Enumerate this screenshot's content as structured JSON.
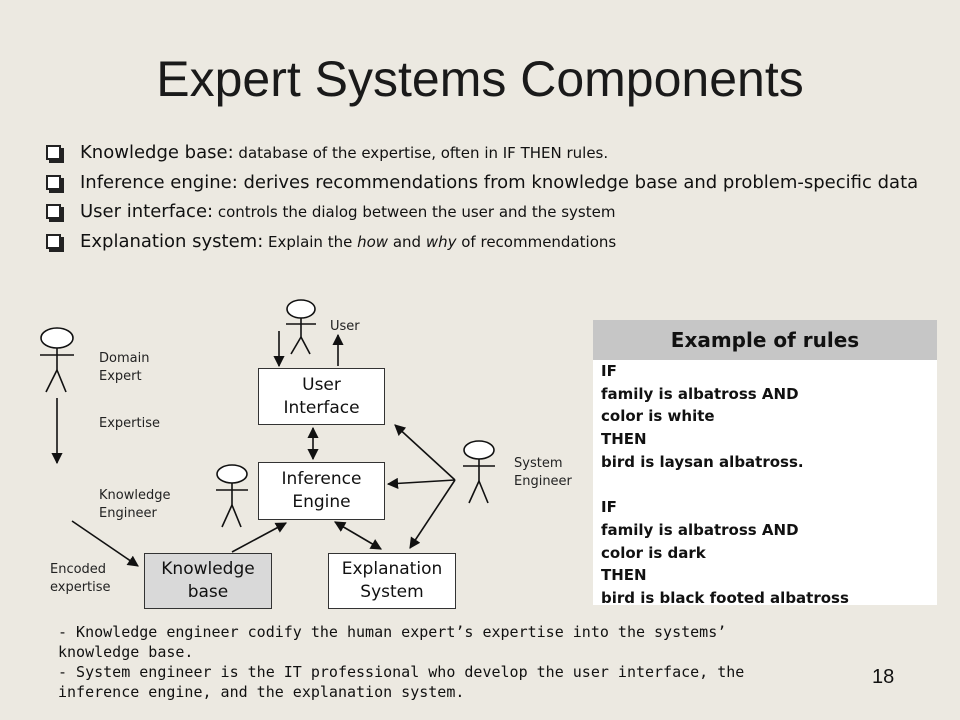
{
  "title": "Expert Systems Components",
  "bullets": [
    {
      "term": "Knowledge base:",
      "detail": " database of the expertise, often in IF THEN rules."
    },
    {
      "term": "Inference engine: derives recommendations from knowledge base and problem-specific data",
      "detail": ""
    },
    {
      "term": "User interface:",
      "detail": " controls the dialog between the user and the system"
    },
    {
      "term": "Explanation system:",
      "detail": " Explain the ",
      "em1": "how",
      "mid": " and ",
      "em2": "why",
      "tail": " of recommendations"
    }
  ],
  "diagram": {
    "user_label": "User",
    "domain_expert": "Domain\nExpert",
    "expertise": "Expertise",
    "knowledge_engineer": "Knowledge\nEngineer",
    "encoded_expertise": "Encoded\nexpertise",
    "system_engineer": "System\nEngineer",
    "boxes": {
      "user_interface": "User\nInterface",
      "inference_engine": "Inference\nEngine",
      "knowledge_base": "Knowledge\nbase",
      "explanation_system": "Explanation\nSystem"
    }
  },
  "rules": {
    "header": "Example of rules",
    "lines": [
      "IF",
      "family is albatross AND",
      "color is white",
      "THEN",
      "bird is laysan albatross.",
      "",
      "IF",
      "family is albatross AND",
      "color is dark",
      "THEN",
      "bird is black footed albatross"
    ]
  },
  "notes": [
    "- Knowledge engineer codify the human expert’s expertise into the systems’ knowledge base.",
    "- System engineer is the IT professional who develop the user interface, the inference engine, and the explanation system."
  ],
  "page_number": "18"
}
